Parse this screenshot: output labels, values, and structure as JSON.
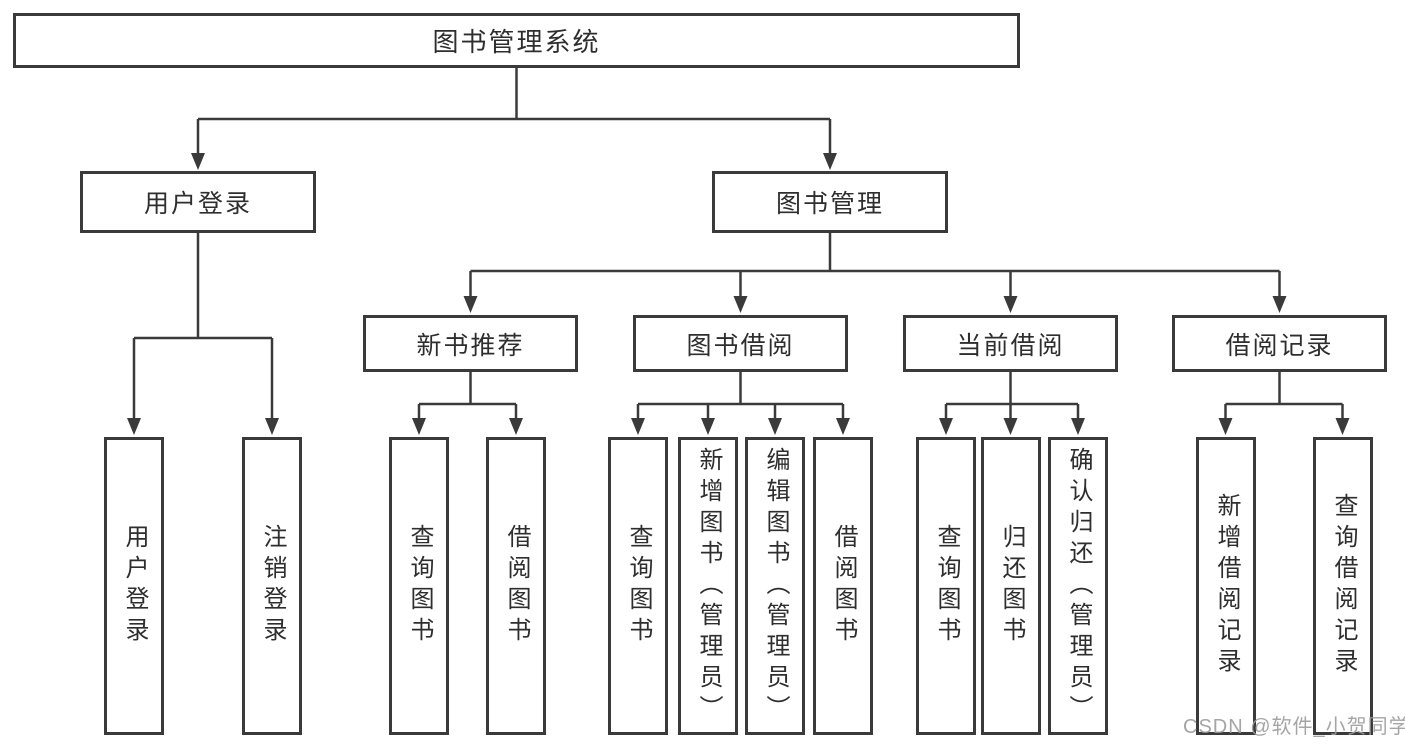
{
  "tree": {
    "root": {
      "label": "图书管理系统"
    },
    "level2": [
      {
        "label": "用户登录",
        "children": [
          {
            "label": "用户登录"
          },
          {
            "label": "注销登录"
          }
        ]
      },
      {
        "label": "图书管理",
        "children": [
          {
            "label": "新书推荐",
            "children": [
              {
                "label": "查询图书"
              },
              {
                "label": "借阅图书"
              }
            ]
          },
          {
            "label": "图书借阅",
            "children": [
              {
                "label": "查询图书"
              },
              {
                "label": "新增图书（管理员）"
              },
              {
                "label": "编辑图书（管理员）"
              },
              {
                "label": "借阅图书"
              }
            ]
          },
          {
            "label": "当前借阅",
            "children": [
              {
                "label": "查询图书"
              },
              {
                "label": "归还图书"
              },
              {
                "label": "确认归还（管理员）"
              }
            ]
          },
          {
            "label": "借阅记录",
            "children": [
              {
                "label": "新增借阅记录"
              },
              {
                "label": "查询借阅记录"
              }
            ]
          }
        ]
      }
    ]
  },
  "watermark": {
    "text": "CSDN @软件_小贺同学"
  },
  "colors": {
    "line": "#3a3a3a",
    "box_border": "#3a3a3a",
    "text": "#2e2e2e",
    "background": "#ffffff",
    "watermark": "#9c9c9c"
  }
}
